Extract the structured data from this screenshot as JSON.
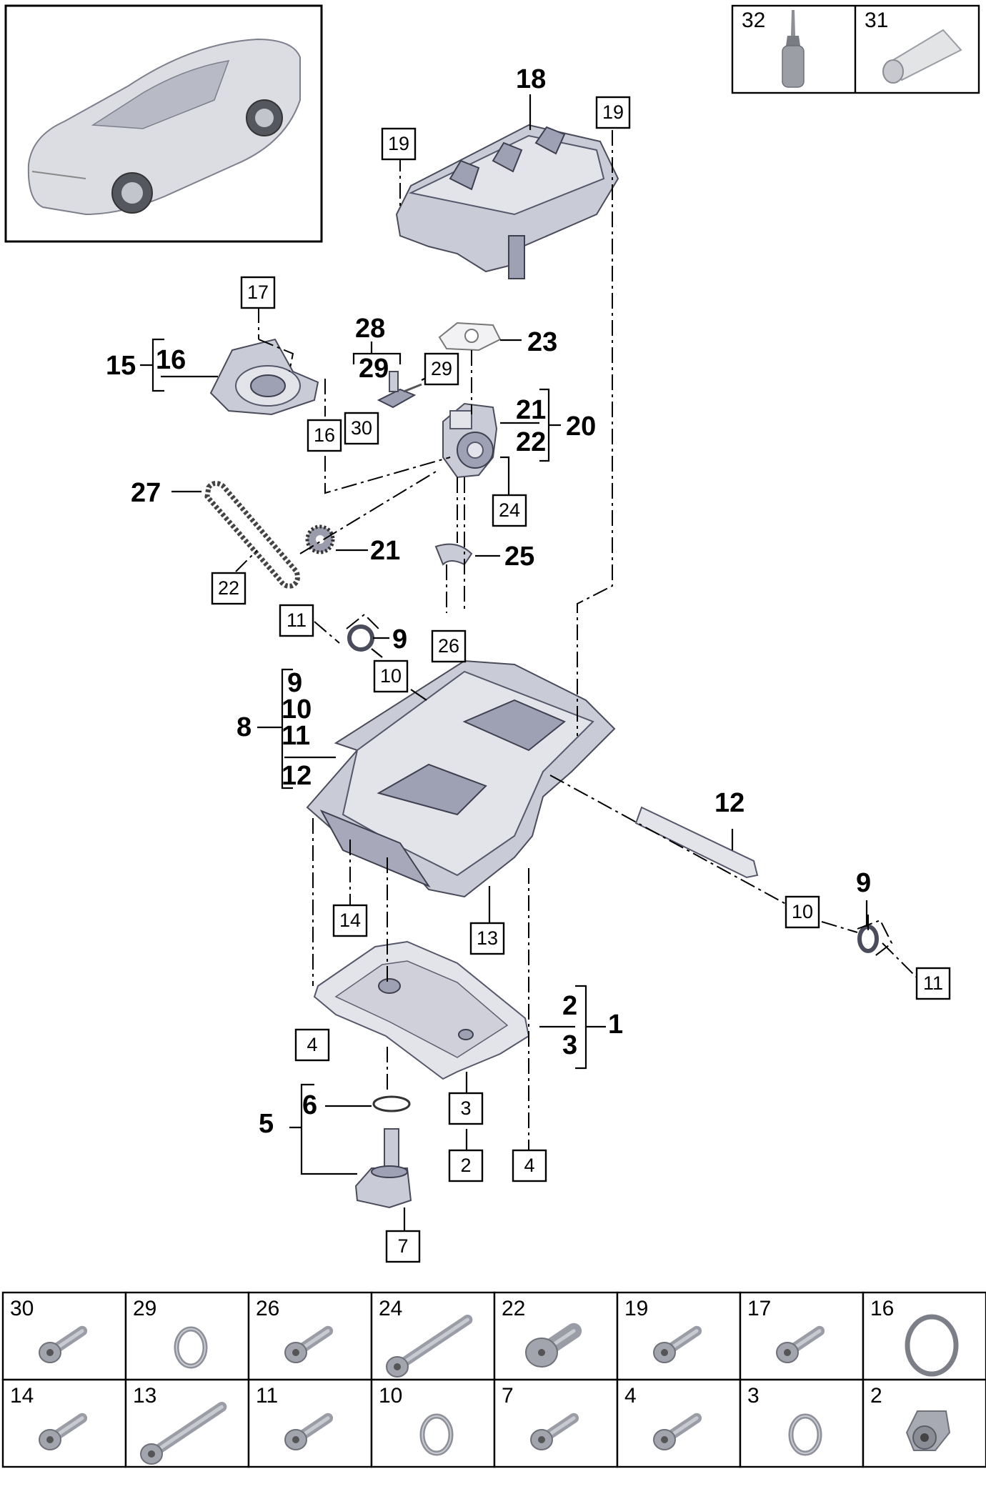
{
  "callouts": {
    "c18": "18",
    "c19a": "19",
    "c19b": "19",
    "c17": "17",
    "c28": "28",
    "c23": "23",
    "c15": "15",
    "c16a": "16",
    "c29a": "29",
    "c29b": "29",
    "c21a": "21",
    "c20": "20",
    "c22a": "22",
    "c30": "30",
    "c16b": "16",
    "c24": "24",
    "c27": "27",
    "c21b": "21",
    "c25": "25",
    "c22b": "22",
    "c11a": "11",
    "c9a": "9",
    "c26": "26",
    "c10a": "10",
    "c8": "8",
    "c9b": "9",
    "c10b": "10",
    "c11b": "11",
    "c12a": "12",
    "c12b": "12",
    "c14": "14",
    "c13": "13",
    "c10c": "10",
    "c9c": "9",
    "c11c": "11",
    "c2a": "2",
    "c1": "1",
    "c3a": "3",
    "c4a": "4",
    "c6": "6",
    "c3b": "3",
    "c5": "5",
    "c2b": "2",
    "c4b": "4",
    "c7": "7"
  },
  "legend_top": [
    "32",
    "31"
  ],
  "parts_grid": [
    {
      "num": "30",
      "icon": "bolt-icon"
    },
    {
      "num": "29",
      "icon": "seal-ring-icon"
    },
    {
      "num": "26",
      "icon": "bolt-icon"
    },
    {
      "num": "24",
      "icon": "long-bolt-icon"
    },
    {
      "num": "22",
      "icon": "shoulder-bolt-icon"
    },
    {
      "num": "19",
      "icon": "bolt-icon"
    },
    {
      "num": "17",
      "icon": "bolt-icon"
    },
    {
      "num": "16",
      "icon": "o-ring-icon"
    },
    {
      "num": "14",
      "icon": "bolt-icon"
    },
    {
      "num": "13",
      "icon": "long-bolt-icon"
    },
    {
      "num": "11",
      "icon": "bolt-icon"
    },
    {
      "num": "10",
      "icon": "seal-ring-icon"
    },
    {
      "num": "7",
      "icon": "bolt-icon"
    },
    {
      "num": "4",
      "icon": "bolt-icon"
    },
    {
      "num": "3",
      "icon": "seal-ring-icon"
    },
    {
      "num": "2",
      "icon": "drain-plug-icon"
    }
  ]
}
